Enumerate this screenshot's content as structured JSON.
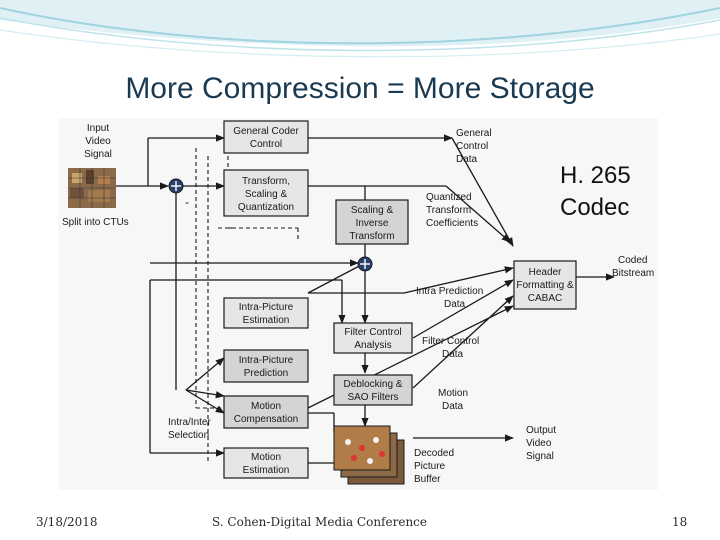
{
  "slide": {
    "title": "More Compression = More Storage",
    "codec_line1": "H. 265",
    "codec_line2": "Codec",
    "footer_date": "3/18/2018",
    "footer_center": "S. Cohen-Digital Media Conference",
    "footer_page": "18"
  },
  "diagram": {
    "input_video_signal": [
      "Input",
      "Video",
      "Signal"
    ],
    "split_into_ctus": "Split into CTUs",
    "general_coder_control": [
      "General Coder",
      "Control"
    ],
    "transform_scaling_quantization": [
      "Transform,",
      "Scaling &",
      "Quantization"
    ],
    "scaling_inverse_transform": [
      "Scaling &",
      "Inverse",
      "Transform"
    ],
    "intra_picture_estimation": [
      "Intra-Picture",
      "Estimation"
    ],
    "intra_picture_prediction": [
      "Intra-Picture",
      "Prediction"
    ],
    "motion_compensation": [
      "Motion",
      "Compensation"
    ],
    "motion_estimation": [
      "Motion",
      "Estimation"
    ],
    "filter_control_analysis": [
      "Filter Control",
      "Analysis"
    ],
    "deblocking_sao_filters": [
      "Deblocking &",
      "SAO Filters"
    ],
    "header_formatting_cabac": [
      "Header",
      "Formatting &",
      "CABAC"
    ],
    "general_control_data": [
      "General",
      "Control",
      "Data"
    ],
    "quantized_transform_coefficients": [
      "Quantized",
      "Transform",
      "Coefficients"
    ],
    "intra_prediction_data": [
      "Intra Prediction",
      "Data"
    ],
    "filter_control_data": [
      "Filter Control",
      "Data"
    ],
    "motion_data": [
      "Motion",
      "Data"
    ],
    "coded_bitstream": [
      "Coded",
      "Bitstream"
    ],
    "output_video_signal": [
      "Output",
      "Video",
      "Signal"
    ],
    "decoded_picture_buffer": [
      "Decoded",
      "Picture",
      "Buffer"
    ],
    "intra_inter_selection": [
      "Intra/Inter",
      "Selection"
    ],
    "minus_sign": "-"
  },
  "colors": {
    "title": "#1a3a52",
    "box_fill": "#e6e6e6",
    "box_gray": "#d4d4d4",
    "line": "#1a1a1a",
    "adder": "#2b3f6c",
    "header_teal": "#9fd3df"
  }
}
